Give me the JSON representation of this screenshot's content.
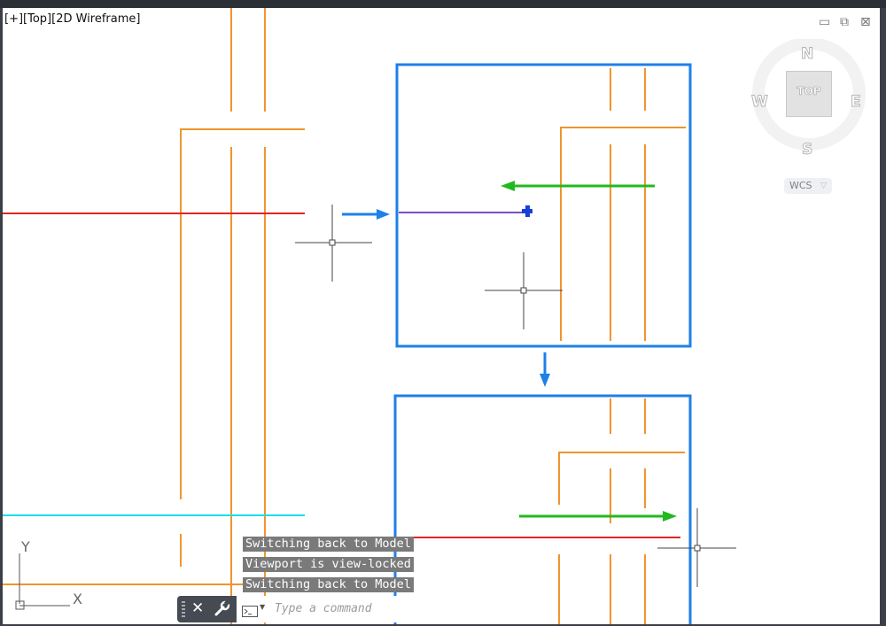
{
  "viewport": {
    "label": "[+][Top][2D Wireframe]",
    "controls": {
      "minimize": "▭",
      "restore": "⧉",
      "close": "⊠"
    }
  },
  "viewcube": {
    "north": "N",
    "south": "S",
    "east": "E",
    "west": "W",
    "face": "TOP",
    "wcs_label": "WCS",
    "wcs_caret": "▽"
  },
  "ucs_icon": {
    "x_label": "X",
    "y_label": "Y"
  },
  "command_history": [
    "Switching back to Model",
    "Viewport is view-locked",
    "Switching back to Model"
  ],
  "command_line": {
    "placeholder": "Type a command",
    "close_glyph": "✕"
  },
  "colors": {
    "orange_lines": "#f0952e",
    "red_line": "#e02525",
    "cyan_line": "#19e0e6",
    "callout_border": "#1e80e8",
    "green_arrow": "#22b91e",
    "blue_arrow": "#1e80e8",
    "purple_line": "#7a4fc4"
  }
}
